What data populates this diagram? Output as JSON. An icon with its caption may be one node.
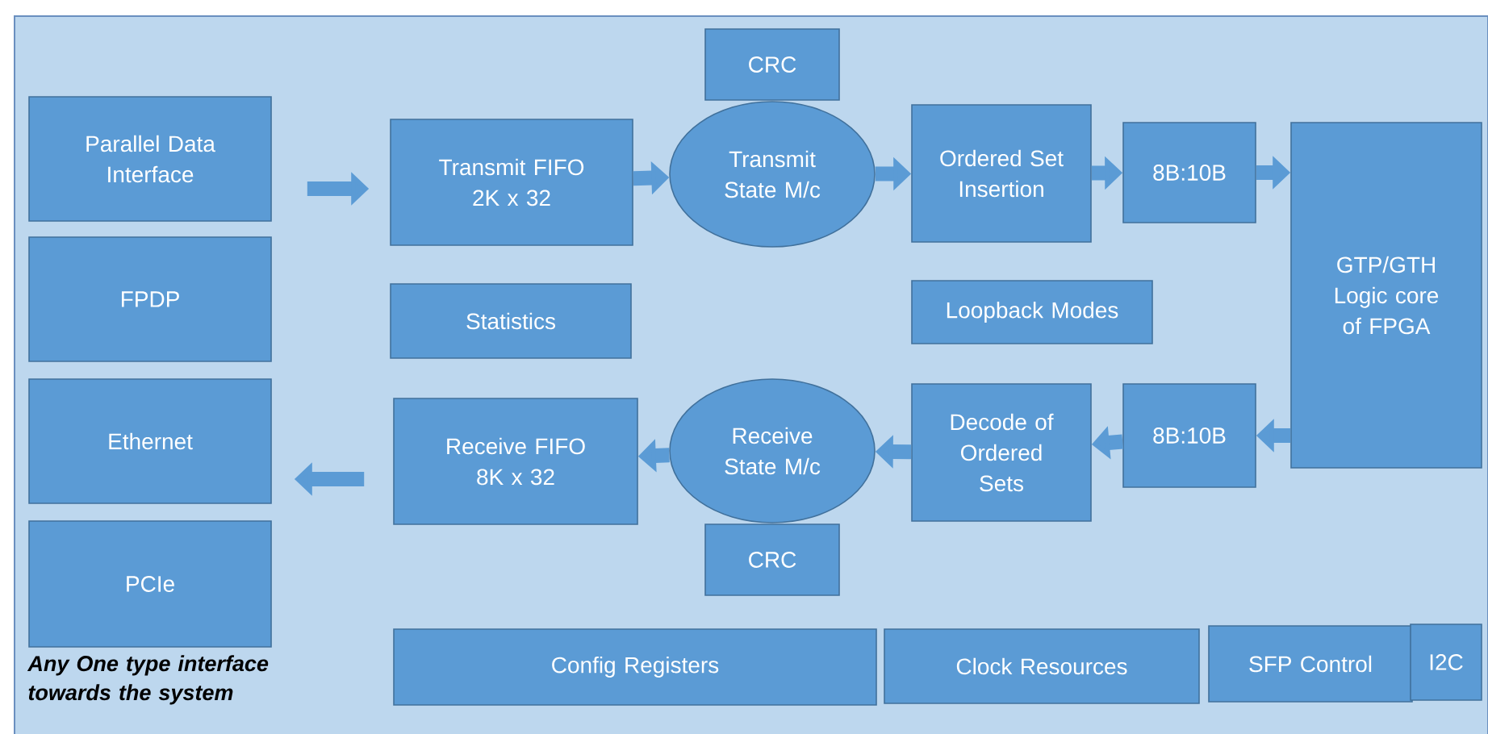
{
  "diagram": {
    "nodes": [
      {
        "text": [
          "Parallel Data Interface"
        ]
      },
      {
        "text": [
          "FPDP"
        ]
      },
      {
        "text": [
          "Ethernet"
        ]
      },
      {
        "text": [
          "PCIe"
        ]
      },
      {
        "text": [
          "Transmit FIFO 2K x 32"
        ]
      },
      {
        "text": [
          "Transmit State M/c"
        ]
      },
      {
        "text": [
          "CRC"
        ]
      },
      {
        "text": [
          "Ordered Set Insertion"
        ]
      },
      {
        "text": [
          "8B:10B"
        ]
      },
      {
        "text": [
          "GTP/GTH Logic core of FPGA"
        ]
      },
      {
        "text": [
          "Statistics"
        ]
      },
      {
        "text": [
          "Loopback Modes"
        ]
      },
      {
        "text": [
          "Receive FIFO 8K x 32"
        ]
      },
      {
        "text": [
          "Receive State M/c"
        ]
      },
      {
        "text": [
          "Decode of Ordered Sets"
        ]
      },
      {
        "text": [
          "8B:10B"
        ]
      },
      {
        "text": [
          "CRC"
        ]
      },
      {
        "text": [
          "Config Registers"
        ]
      },
      {
        "text": [
          "Clock Resources"
        ]
      },
      {
        "text": [
          "SFP Control"
        ]
      },
      {
        "text": [
          "I2C"
        ]
      }
    ],
    "edges": [
      {
        "from": 0,
        "to": 4,
        "arrow": "to"
      },
      {
        "from": 4,
        "to": 5,
        "arrow": "to"
      },
      {
        "from": 5,
        "to": 7,
        "arrow": "to"
      },
      {
        "from": 7,
        "to": 8,
        "arrow": "to"
      },
      {
        "from": 8,
        "to": 9,
        "arrow": "to"
      },
      {
        "from": 9,
        "to": 15,
        "arrow": "to"
      },
      {
        "from": 15,
        "to": 14,
        "arrow": "to"
      },
      {
        "from": 14,
        "to": 13,
        "arrow": "to"
      },
      {
        "from": 13,
        "to": 12,
        "arrow": "to"
      },
      {
        "from": 12,
        "to": 2,
        "arrow": "to"
      }
    ],
    "labels": [
      "Any One type interface towards the system"
    ]
  }
}
